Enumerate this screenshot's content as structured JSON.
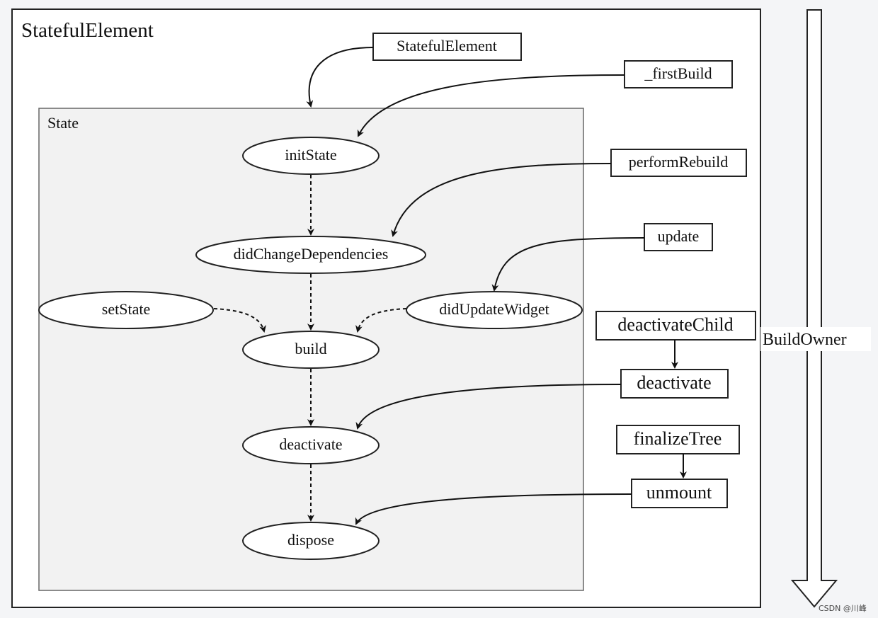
{
  "outer_title": "StatefulElement",
  "state_title": "State",
  "build_owner_label": "BuildOwner",
  "watermark": "CSDN @川峰",
  "lifecycle": {
    "initState": "initState",
    "didChangeDependencies": "didChangeDependencies",
    "setState": "setState",
    "didUpdateWidget": "didUpdateWidget",
    "build": "build",
    "deactivate": "deactivate",
    "dispose": "dispose"
  },
  "element_calls": {
    "statefulElement": "StatefulElement",
    "firstBuild": "_firstBuild",
    "performRebuild": "performRebuild",
    "update": "update"
  },
  "owner_calls": {
    "deactivateChild": "deactivateChild",
    "deactivate": "deactivate",
    "finalizeTree": "finalizeTree",
    "unmount": "unmount"
  }
}
